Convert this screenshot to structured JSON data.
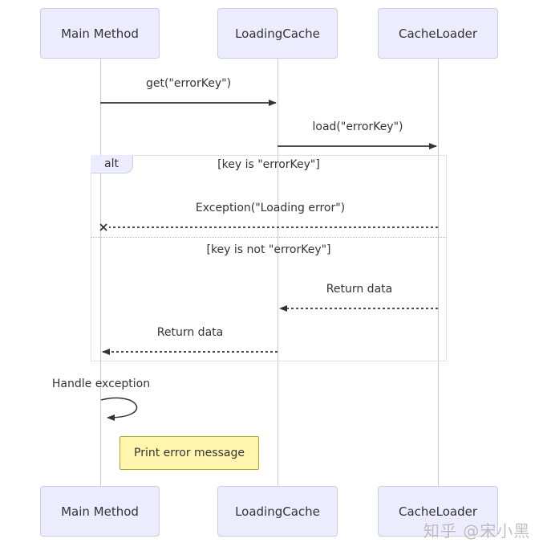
{
  "participants": [
    {
      "label": "Main Method"
    },
    {
      "label": "LoadingCache"
    },
    {
      "label": "CacheLoader"
    }
  ],
  "messages": {
    "get": "get(\"errorKey\")",
    "load": "load(\"errorKey\")",
    "exception": "Exception(\"Loading error\")",
    "return_from_loader": "Return data",
    "return_from_cache": "Return data",
    "handle_exception": "Handle exception"
  },
  "alt": {
    "label": "alt",
    "condition_error": "[key is \"errorKey\"]",
    "condition_no_error": "[key is not \"errorKey\"]"
  },
  "note": {
    "label": "Print error message"
  },
  "watermark": {
    "text": "知乎 @宋小黑"
  },
  "colors": {
    "actor_fill": "#ECECFF",
    "actor_border": "#cdcde3",
    "note_fill": "#fff5ad",
    "note_border": "#aaaa33",
    "line": "#333333",
    "lifeline": "#cccccc",
    "frame_border": "#c9c9e0",
    "divider": "#b9b9c9",
    "text": "#333333",
    "watermark_color": "#8f8f8f"
  }
}
